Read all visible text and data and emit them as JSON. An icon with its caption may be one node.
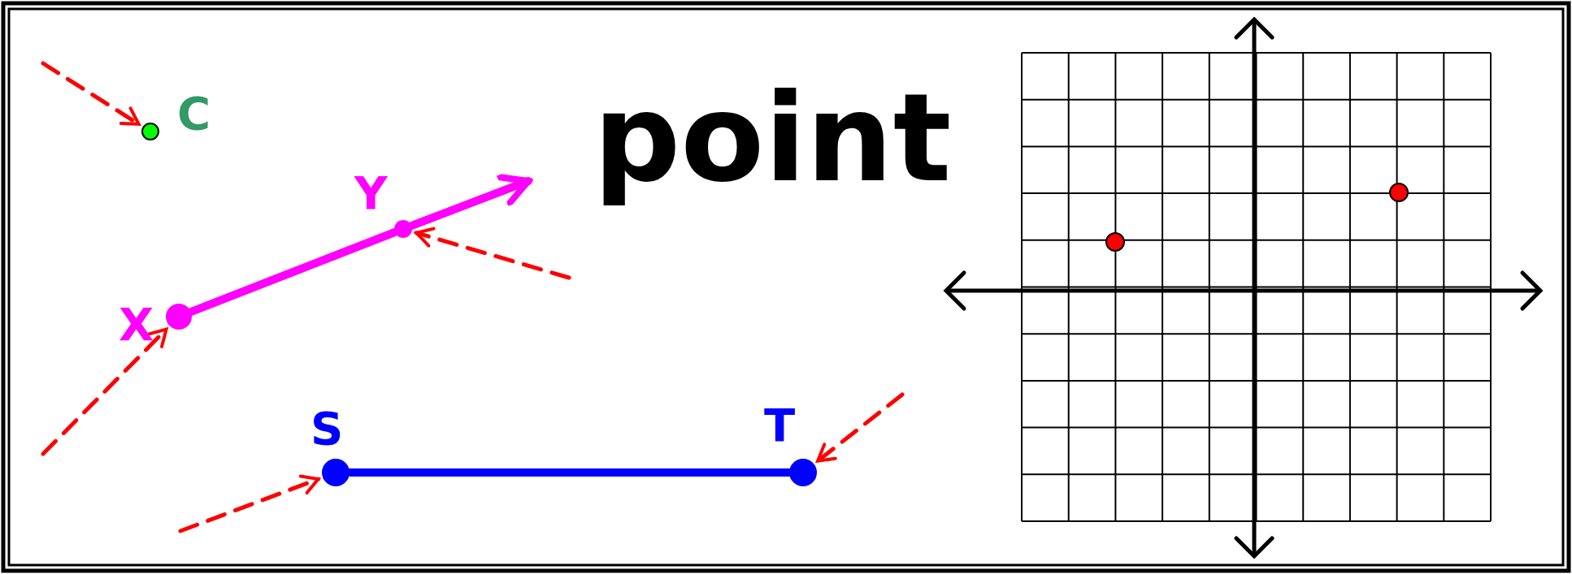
{
  "diagram": {
    "title": "point",
    "nodes": [
      {
        "text": [],
        "shape": "circle",
        "beside": [
          "C"
        ]
      },
      {
        "text": [],
        "shape": "circle",
        "beside": [
          "X"
        ]
      },
      {
        "text": [],
        "shape": "circle",
        "beside": [
          "Y"
        ]
      },
      {
        "text": [],
        "shape": "circle",
        "beside": [
          "S"
        ]
      },
      {
        "text": [],
        "shape": "circle",
        "beside": [
          "T"
        ]
      },
      {
        "text": [],
        "shape": "circle"
      },
      {
        "text": [],
        "shape": "circle"
      }
    ],
    "edges": [
      {
        "from": null,
        "to": 0,
        "arrow": "to",
        "style": "dashed",
        "color": "#ff0000"
      },
      {
        "from": null,
        "to": 2,
        "arrow": "to",
        "style": "dashed",
        "color": "#ff0000"
      },
      {
        "from": null,
        "to": 1,
        "arrow": "to",
        "style": "dashed",
        "color": "#ff0000"
      },
      {
        "from": null,
        "to": 3,
        "arrow": "to",
        "style": "dashed",
        "color": "#ff0000"
      },
      {
        "from": null,
        "to": 4,
        "arrow": "to",
        "style": "dashed",
        "color": "#ff0000"
      },
      {
        "from": 1,
        "to": 2,
        "arrow": "none",
        "style": "thick",
        "color": "#ff00ff"
      },
      {
        "from": 2,
        "to": null,
        "arrow": "to",
        "style": "thick",
        "color": "#ff00ff"
      },
      {
        "from": 3,
        "to": 4,
        "arrow": "none",
        "style": "thick",
        "color": "#0000ff"
      }
    ]
  }
}
